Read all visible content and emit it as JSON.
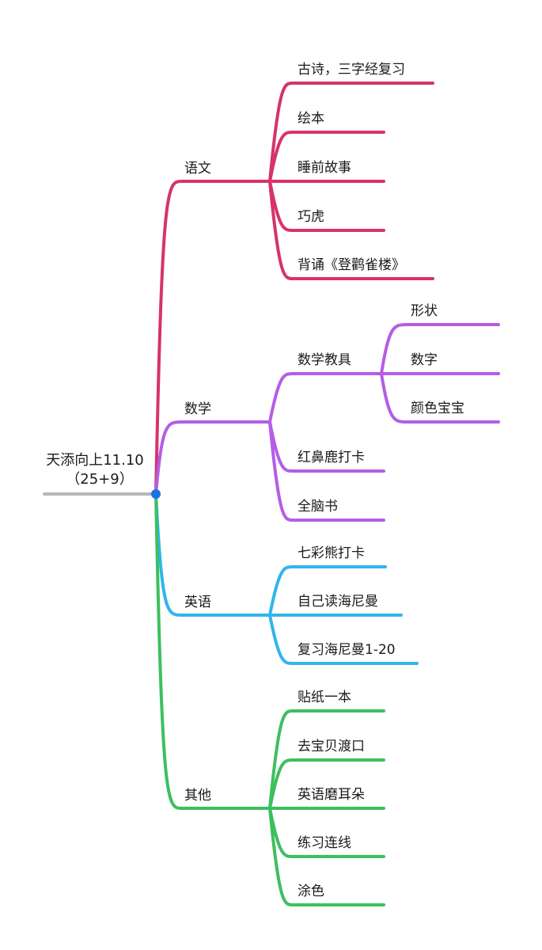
{
  "root": {
    "line1": "天添向上11.10",
    "line2": "（25+9）",
    "line_color": "#b8b8b8",
    "dot_color": "#1a73e8"
  },
  "branches": [
    {
      "label": "语文",
      "color": "#d6336c",
      "children": [
        {
          "label": "古诗，三字经复习"
        },
        {
          "label": "绘本"
        },
        {
          "label": "睡前故事"
        },
        {
          "label": "巧虎"
        },
        {
          "label": "背诵《登鹳雀楼》"
        }
      ]
    },
    {
      "label": "数学",
      "color": "#b45de6",
      "children": [
        {
          "label": "数学教具",
          "children": [
            {
              "label": "形状"
            },
            {
              "label": "数字"
            },
            {
              "label": "颜色宝宝"
            }
          ]
        },
        {
          "label": "红鼻鹿打卡"
        },
        {
          "label": "全脑书"
        }
      ]
    },
    {
      "label": "英语",
      "color": "#2fb6ea",
      "children": [
        {
          "label": "七彩熊打卡"
        },
        {
          "label": "自己读海尼曼"
        },
        {
          "label": "复习海尼曼1-20"
        }
      ]
    },
    {
      "label": "其他",
      "color": "#3dbf5f",
      "children": [
        {
          "label": "贴纸一本"
        },
        {
          "label": "去宝贝渡口"
        },
        {
          "label": "英语磨耳朵"
        },
        {
          "label": "练习连线"
        },
        {
          "label": "涂色"
        }
      ]
    }
  ]
}
